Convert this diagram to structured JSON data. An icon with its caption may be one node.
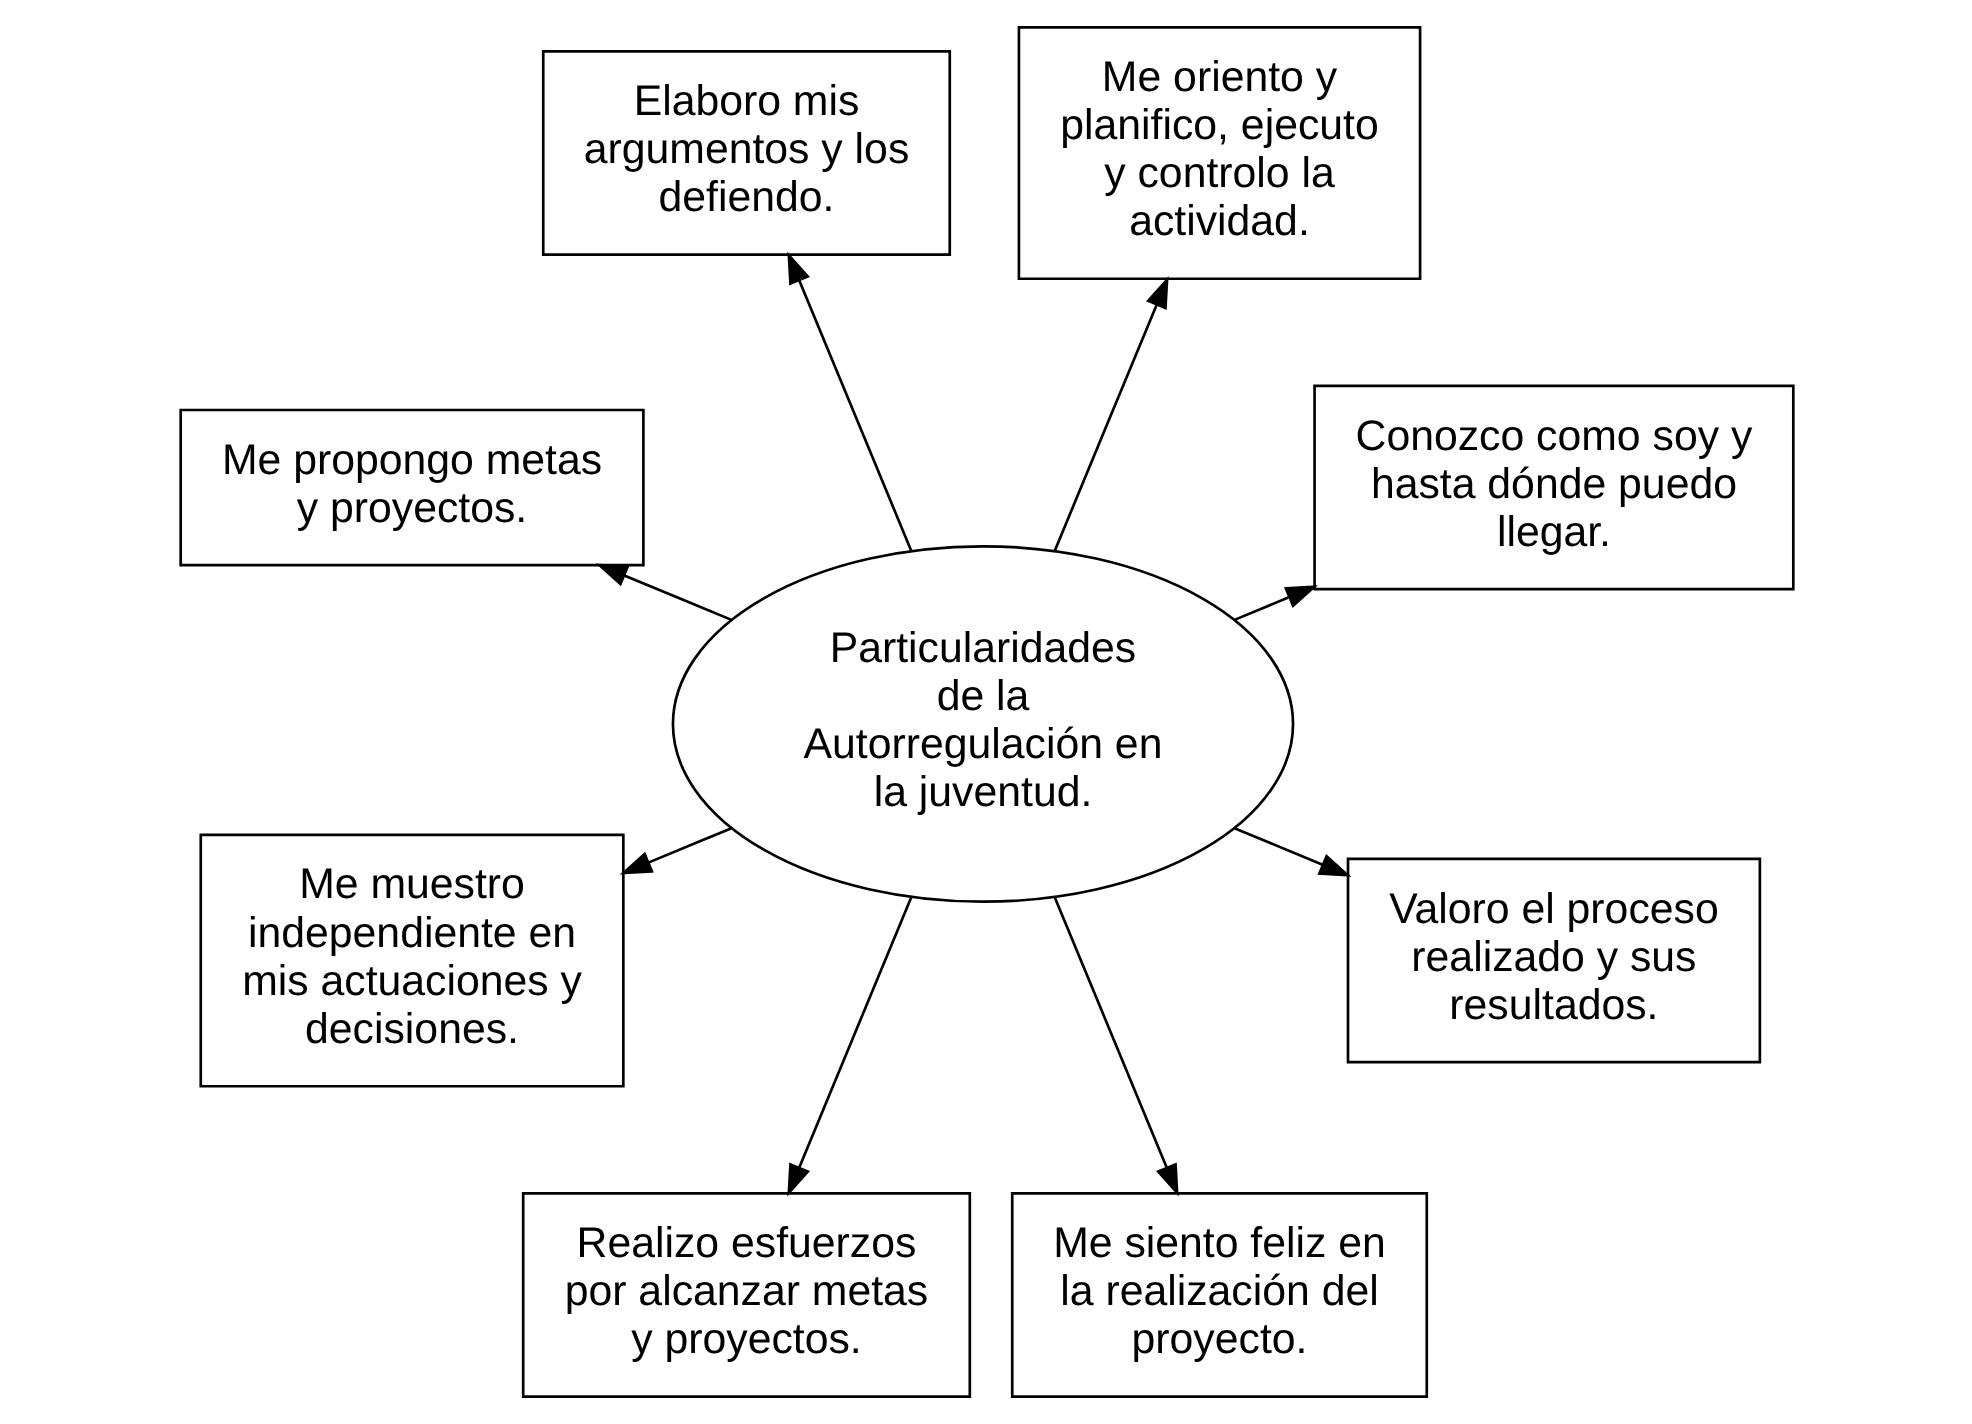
{
  "diagram": {
    "nodes": [
      {
        "text": [
          "Conozco como soy y hasta dónde puedo llegar."
        ]
      },
      {
        "text": [
          "Me oriento y planifico, ejecuto y controlo la actividad."
        ]
      },
      {
        "text": [
          "Elaboro mis argumentos y los defiendo."
        ]
      },
      {
        "text": [
          "Particularidades de la Autorregulación en la juventud."
        ]
      },
      {
        "text": [
          "Me propongo metas y proyectos."
        ]
      },
      {
        "text": [
          "Me muestro independiente en mis actuaciones y decisiones."
        ]
      },
      {
        "text": [
          "Realizo esfuerzos por alcanzar metas y proyectos."
        ]
      },
      {
        "text": [
          "Me siento feliz en la realización del proyecto."
        ]
      },
      {
        "text": [
          "Valoro el proceso realizado y sus resultados."
        ]
      }
    ],
    "edges": [
      {
        "from": 3,
        "to": 1,
        "arrow": "to"
      },
      {
        "from": 3,
        "to": 2,
        "arrow": "to"
      },
      {
        "from": 3,
        "to": 5,
        "arrow": "to"
      },
      {
        "from": 3,
        "to": 8,
        "arrow": "to"
      },
      {
        "from": 3,
        "to": 7,
        "arrow": "to"
      },
      {
        "from": 3,
        "to": 6,
        "arrow": "to"
      },
      {
        "from": 3,
        "to": 4,
        "arrow": "to"
      },
      {
        "from": 3,
        "to": 0,
        "arrow": "to"
      }
    ]
  }
}
